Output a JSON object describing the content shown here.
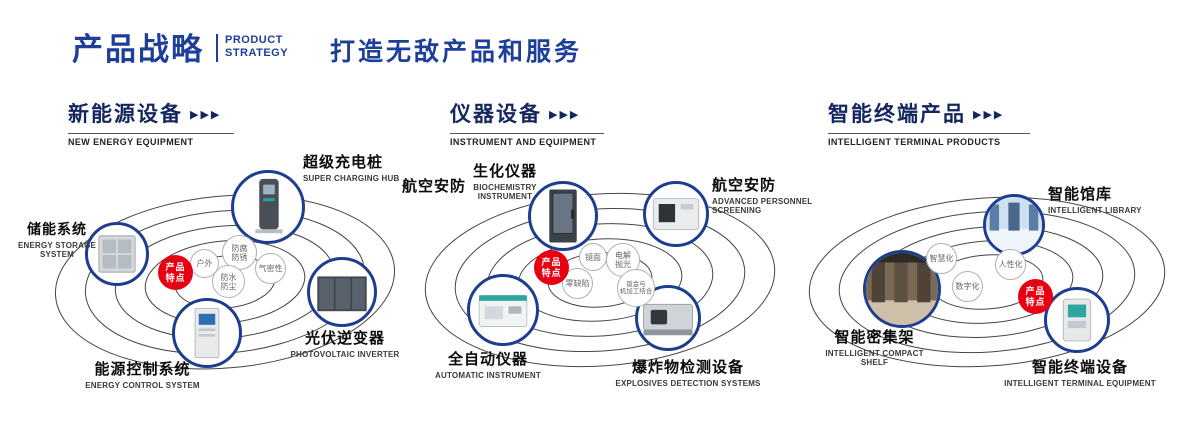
{
  "header": {
    "title": "产品战略",
    "subtitle_top": "PRODUCT",
    "subtitle_bottom": "STRATEGY",
    "tagline": "打造无敌产品和服务"
  },
  "sections": {
    "energy": {
      "title": "新能源设备",
      "arrows": "▶▶▶",
      "subtitle": "NEW ENERGY EQUIPMENT",
      "badge_line1": "产品",
      "badge_line2": "特点",
      "products": {
        "charging_hub": {
          "name": "超级充电桩",
          "en": "SUPER CHARGING HUB"
        },
        "storage": {
          "name": "储能系统",
          "en1": "ENERGY STORAGE",
          "en2": "SYSTEM"
        },
        "inverter": {
          "name": "光伏逆变器",
          "en": "PHOTOVOLTAIC INVERTER"
        },
        "control": {
          "name": "能源控制系统",
          "en": "ENERGY CONTROL SYSTEM"
        }
      },
      "features": {
        "f1": "户外",
        "f2a": "防腐",
        "f2b": "防锈",
        "f3": "气密性",
        "f4a": "防水",
        "f4b": "防尘"
      }
    },
    "instrument": {
      "title": "仪器设备",
      "arrows": "▶▶▶",
      "subtitle": "INSTRUMENT AND EQUIPMENT",
      "badge_line1": "产品",
      "badge_line2": "特点",
      "aviation_label": "航空安防",
      "products": {
        "biochem": {
          "name": "生化仪器",
          "en1": "BIOCHEMISTRY",
          "en2": "INSTRUMENT"
        },
        "screening": {
          "name": "航空安防",
          "en1": "ADVANCED PERSONNEL",
          "en2": "SCREENING"
        },
        "automatic": {
          "name": "全自动仪器",
          "en": "AUTOMATIC INSTRUMENT"
        },
        "explosives": {
          "name": "爆炸物检测设备",
          "en": "EXPLOSIVES DETECTION SYSTEMS"
        }
      },
      "features": {
        "f1": "镜面",
        "f2a": "电解",
        "f2b": "抛光",
        "f3": "零缺陷",
        "f4a": "钣金与",
        "f4b": "机加工结合"
      }
    },
    "terminal": {
      "title": "智能终端产品",
      "arrows": "▶▶▶",
      "subtitle": "INTELLIGENT TERMINAL PRODUCTS",
      "badge_line1": "产品",
      "badge_line2": "特点",
      "products": {
        "library": {
          "name": "智能馆库",
          "en": "INTELLIGENT LIBRARY"
        },
        "shelf": {
          "name": "智能密集架",
          "en1": "INTELLIGENT COMPACT",
          "en2": "SHELF"
        },
        "terminal_eq": {
          "name": "智能终端设备",
          "en": "INTELLIGENT TERMINAL EQUIPMENT"
        }
      },
      "features": {
        "f1": "智慧化",
        "f2": "人性化",
        "f3": "数字化"
      }
    }
  },
  "colors": {
    "primary_blue": "#1d3e99",
    "heading_navy": "#13265e",
    "badge_red": "#e60012",
    "circle_border": "#1d3e8f"
  }
}
